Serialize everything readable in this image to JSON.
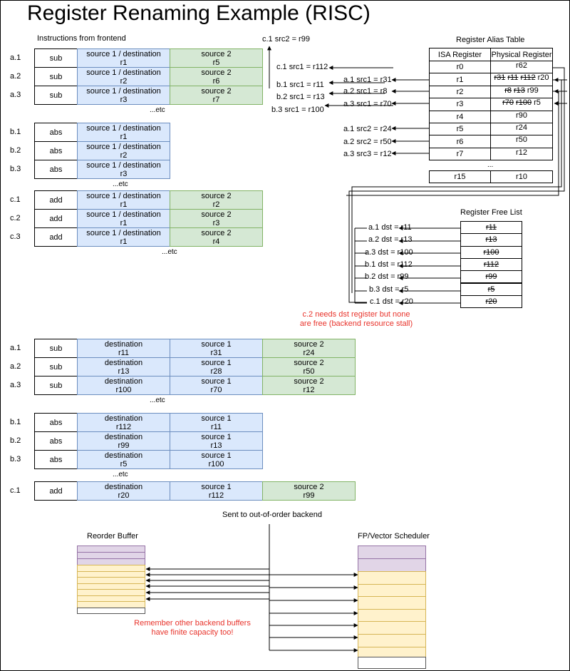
{
  "title": "Register Renaming Example (RISC)",
  "frontend": {
    "heading": "Instructions from frontend",
    "groups": [
      {
        "rows": [
          {
            "id": "a.1",
            "op": "sub",
            "c1": [
              "source 1 / destination",
              "r1"
            ],
            "c2": [
              "source 2",
              "r5"
            ]
          },
          {
            "id": "a.2",
            "op": "sub",
            "c1": [
              "source 1 / destination",
              "r2"
            ],
            "c2": [
              "source 2",
              "r6"
            ]
          },
          {
            "id": "a.3",
            "op": "sub",
            "c1": [
              "source 1 / destination",
              "r3"
            ],
            "c2": [
              "source 2",
              "r7"
            ]
          }
        ],
        "etc": "...etc"
      },
      {
        "rows": [
          {
            "id": "b.1",
            "op": "abs",
            "c1": [
              "source 1 / destination",
              "r1"
            ]
          },
          {
            "id": "b.2",
            "op": "abs",
            "c1": [
              "source 1 / destination",
              "r2"
            ]
          },
          {
            "id": "b.3",
            "op": "abs",
            "c1": [
              "source 1 / destination",
              "r3"
            ]
          }
        ],
        "etc": "...etc"
      },
      {
        "rows": [
          {
            "id": "c.1",
            "op": "add",
            "c1": [
              "source 1 / destination",
              "r1"
            ],
            "c2": [
              "source 2",
              "r2"
            ]
          },
          {
            "id": "c.2",
            "op": "add",
            "c1": [
              "source 1 / destination",
              "r1"
            ],
            "c2": [
              "source 2",
              "r3"
            ]
          },
          {
            "id": "c.3",
            "op": "add",
            "c1": [
              "source 1 / destination",
              "r1"
            ],
            "c2": [
              "source 2",
              "r4"
            ]
          }
        ],
        "etc": "...etc"
      }
    ]
  },
  "rat": {
    "heading": "Register Alias Table",
    "col_isa": "ISA Register",
    "col_phys": "Physical Register",
    "rows": [
      {
        "isa": "r0",
        "struck": [],
        "current": "r62"
      },
      {
        "isa": "r1",
        "struck": [
          "r31",
          "r11",
          "r112"
        ],
        "current": "r20"
      },
      {
        "isa": "r2",
        "struck": [
          "r8",
          "r13"
        ],
        "current": "r99"
      },
      {
        "isa": "r3",
        "struck": [
          "r70",
          "r100"
        ],
        "current": "r5"
      },
      {
        "isa": "r4",
        "struck": [],
        "current": "r90"
      },
      {
        "isa": "r5",
        "struck": [],
        "current": "r24"
      },
      {
        "isa": "r6",
        "struck": [],
        "current": "r50"
      },
      {
        "isa": "r7",
        "struck": [],
        "current": "r12"
      }
    ],
    "ellipsis": "...",
    "last": {
      "isa": "r15",
      "current": "r10"
    }
  },
  "rat_lookups": {
    "top": "c.1 src2 = r99",
    "items": [
      "c.1 src1 = r112",
      "a.1 src1 = r31",
      "b.1 src1 = r11",
      "a.2 src1 = r8",
      "b.2 src1 = r13",
      "a.3 src1 = r70",
      "b.3 src1 = r100",
      "a.1 src2 = r24",
      "a.2 src2 = r50",
      "a.3 src3 = r12"
    ]
  },
  "free_list": {
    "heading": "Register Free List",
    "entries": [
      "r11",
      "r13",
      "r100",
      "r112",
      "r99",
      "r5",
      "r20"
    ],
    "assignments": [
      "a.1 dst = r11",
      "a.2 dst = r13",
      "a.3 dst = r100",
      "b.1 dst = r112",
      "b.2 dst = r99",
      "b.3 dst = r5",
      "c.1 dst = r20"
    ],
    "stall_note_1": "c.2 needs dst register but none",
    "stall_note_2": "are free (backend resource stall)"
  },
  "renamed": {
    "groups": [
      {
        "rows": [
          {
            "id": "a.1",
            "op": "sub",
            "dst": [
              "destination",
              "r11"
            ],
            "s1": [
              "source 1",
              "r31"
            ],
            "s2": [
              "source 2",
              "r24"
            ]
          },
          {
            "id": "a.2",
            "op": "sub",
            "dst": [
              "destination",
              "r13"
            ],
            "s1": [
              "source 1",
              "r28"
            ],
            "s2": [
              "source 2",
              "r50"
            ]
          },
          {
            "id": "a.3",
            "op": "sub",
            "dst": [
              "destination",
              "r100"
            ],
            "s1": [
              "source 1",
              "r70"
            ],
            "s2": [
              "source 2",
              "r12"
            ]
          }
        ],
        "etc": "...etc"
      },
      {
        "rows": [
          {
            "id": "b.1",
            "op": "abs",
            "dst": [
              "destination",
              "r112"
            ],
            "s1": [
              "source 1",
              "r11"
            ]
          },
          {
            "id": "b.2",
            "op": "abs",
            "dst": [
              "destination",
              "r99"
            ],
            "s1": [
              "source 1",
              "r13"
            ]
          },
          {
            "id": "b.3",
            "op": "abs",
            "dst": [
              "destination",
              "r5"
            ],
            "s1": [
              "source 1",
              "r100"
            ]
          }
        ],
        "etc": "...etc"
      },
      {
        "rows": [
          {
            "id": "c.1",
            "op": "add",
            "dst": [
              "destination",
              "r20"
            ],
            "s1": [
              "source 1",
              "r112"
            ],
            "s2": [
              "source 2",
              "r99"
            ]
          }
        ]
      }
    ]
  },
  "backend": {
    "sent_label": "Sent to out-of-order backend",
    "rob_label": "Reorder Buffer",
    "fp_label": "FP/Vector Scheduler",
    "note_1": "Remember other backend buffers",
    "note_2": "have finite capacity too!"
  },
  "colors": {
    "blue": "#dae8fc",
    "green": "#d5e8d4",
    "purple": "#e1d5e7",
    "yellow": "#fff2cc",
    "note_red": "#e8332b"
  }
}
